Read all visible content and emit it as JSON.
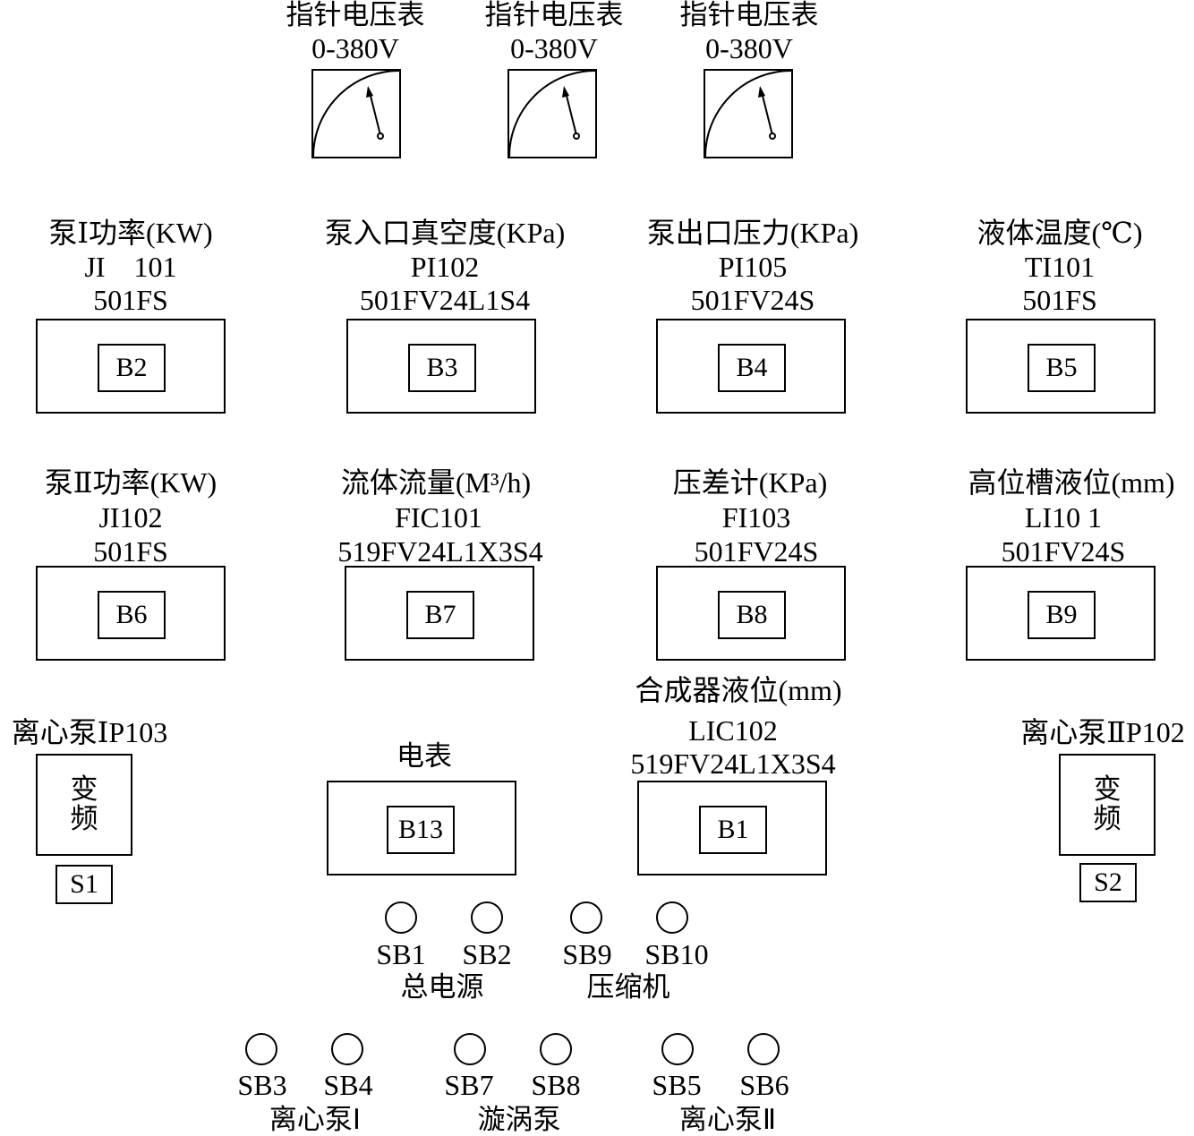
{
  "voltmeters": [
    {
      "title": "指针电压表",
      "range": "0-380V"
    },
    {
      "title": "指针电压表",
      "range": "0-380V"
    },
    {
      "title": "指针电压表",
      "range": "0-380V"
    }
  ],
  "row1": [
    {
      "name": "泵Ⅰ功率",
      "unit": "(KW)",
      "tag": "JI　101",
      "model": "501FS",
      "id": "B2"
    },
    {
      "name": "泵入口真空度",
      "unit": "(KPa)",
      "tag": "PI102",
      "model": "501FV24L1S4",
      "id": "B3"
    },
    {
      "name": "泵出口压力",
      "unit": "(KPa)",
      "tag": "PI105",
      "model": "501FV24S",
      "id": "B4"
    },
    {
      "name": "液体温度",
      "unit": "(℃)",
      "tag": "TI101",
      "model": "501FS",
      "id": "B5"
    }
  ],
  "row2": [
    {
      "name": "泵Ⅱ功率",
      "unit": "(KW)",
      "tag": "JI102",
      "model": "501FS",
      "id": "B6"
    },
    {
      "name": "流体流量",
      "unit": "(M³/h)",
      "tag": "FIC101",
      "model": "519FV24L1X3S4",
      "id": "B7"
    },
    {
      "name": "压差计",
      "unit": "(KPa)",
      "tag": "FI103",
      "model": "501FV24S",
      "id": "B8"
    },
    {
      "name": "高位槽液位",
      "unit": "(mm)",
      "tag": "LI10  1",
      "model": "501FV24S",
      "id": "B9"
    }
  ],
  "pump1": {
    "label": "离心泵ⅠP103",
    "vf1": "变",
    "vf2": "频",
    "switch": "S1"
  },
  "pump2": {
    "label": "离心泵ⅡP102",
    "vf1": "变",
    "vf2": "频",
    "switch": "S2"
  },
  "electric_meter": {
    "label": "电表",
    "id": "B13"
  },
  "level_meter": {
    "name": "合成器液位",
    "unit": "(mm)",
    "tag": "LIC102",
    "model": "519FV24L1X3S4",
    "id": "B1"
  },
  "buttons_row1": {
    "labels": [
      "SB1",
      "SB2",
      "SB9",
      "SB10"
    ],
    "group_main": "总电源",
    "group_compressor": "压缩机"
  },
  "buttons_row2": {
    "labels": [
      "SB3",
      "SB4",
      "SB7",
      "SB8",
      "SB5",
      "SB6"
    ],
    "group_pump1": "离心泵Ⅰ",
    "group_vortex": "漩涡泵",
    "group_pump2": "离心泵Ⅱ"
  }
}
